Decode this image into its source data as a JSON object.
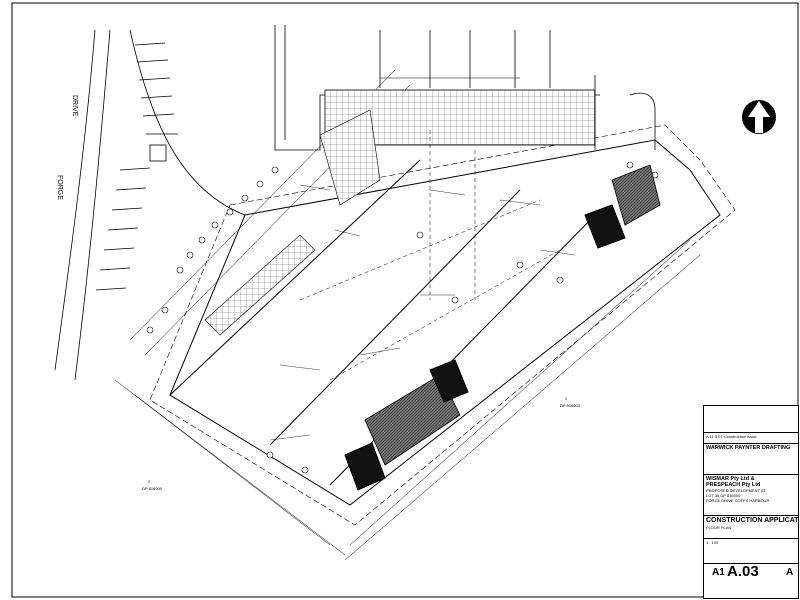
{
  "street_labels": {
    "road_1": "DRIVE",
    "road_2": "FORGE"
  },
  "north_arrow": {
    "icon": "north-arrow-icon"
  },
  "lot_labels": [
    {
      "lot": "2",
      "plan": "DP 816000"
    },
    {
      "lot": "2",
      "plan": "DP 816000"
    }
  ],
  "title_block": {
    "revision_note": "A  11.5.07  Construction issue",
    "architect": "WARWICK PAYNTER DRAFTING",
    "client_line_1": "WISMAR Pty Ltd &",
    "client_line_2": "PRESPEACH Pty Ltd",
    "project_line_1": "PROPOSED DEVELOPMENT AT",
    "project_line_2": "LOT 35 DP 816000",
    "project_line_3": "FORGE DRIVE COFFS HARBOUR",
    "status": "CONSTRUCTION APPLICATION",
    "sheet_title": "FLOOR PLAN",
    "scale": "1 : 100",
    "sheet_size": "A1",
    "drawing_no": "A.03",
    "revision": "A"
  },
  "colors": {
    "linework": "#000000",
    "hatch": "#444444",
    "background": "#ffffff"
  }
}
